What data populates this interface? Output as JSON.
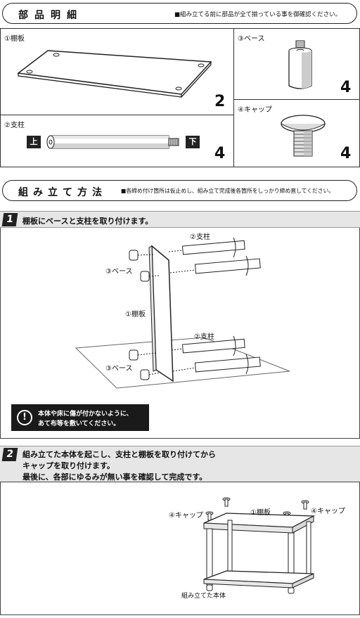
{
  "parts_section": {
    "title": "部品明細",
    "note": "■組み立てる前に部品が全て揃っている事を御確認ください。",
    "parts": [
      {
        "label": "①棚板",
        "quantity": "2"
      },
      {
        "label": "③ベース",
        "quantity": "4"
      },
      {
        "label": "②支柱",
        "quantity": "4",
        "top_marker": "上",
        "bottom_marker": "下"
      },
      {
        "label": "④キャップ",
        "quantity": "4"
      }
    ]
  },
  "method_section": {
    "title": "組み立て方法",
    "note": "■各締め付け箇所は仮止めし、組み立て完成後各箇所をしっかり締め直してください。"
  },
  "step1": {
    "number": "1",
    "text": "棚板にベースと支柱を取り付けます。",
    "labels": {
      "pole_top": "②支柱",
      "base_top": "③ベース",
      "shelf": "①棚板",
      "pole_bottom": "②支柱",
      "base_bottom": "③ベース"
    },
    "warning_lines": [
      "本体や床に傷が付かないように、",
      "あて布等を敷いてください。"
    ]
  },
  "step2": {
    "number": "2",
    "lines": [
      "組み立てた本体を起こし、支柱と棚板を取り付けてから",
      "キャップを取り付けます。",
      "最後に、各部にゆるみが無い事を確認して完成です。"
    ],
    "labels": {
      "cap_left": "④キャップ",
      "shelf": "①棚板",
      "cap_right": "④キャップ",
      "assembled": "組み立てた本体"
    }
  }
}
